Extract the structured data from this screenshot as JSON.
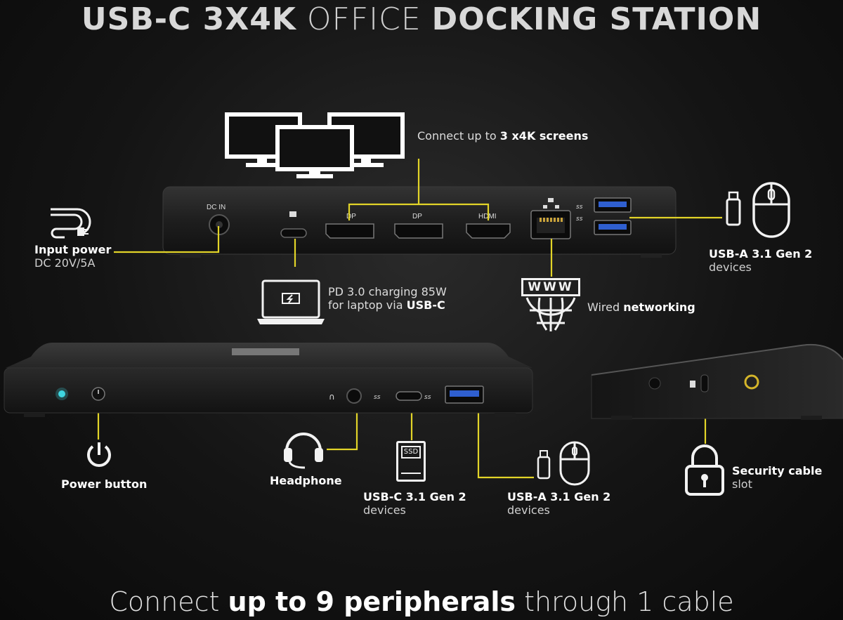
{
  "title": {
    "bold1": "USB-C 3X4K",
    "light": "OFFICE",
    "bold2": "DOCKING STATION"
  },
  "screens": {
    "text": "Connect up to",
    "strong": "3 x4K screens"
  },
  "ports": {
    "dc_in": "DC IN",
    "dp1": "DP",
    "dp2": "DP",
    "hdmi": "HDMI"
  },
  "input_power": {
    "label": "Input power",
    "sub": "DC 20V/5A"
  },
  "pd": {
    "line1": "PD 3.0 charging 85W",
    "line2_text": "for laptop via",
    "line2_strong": "USB-C"
  },
  "www_label": "WWW",
  "networking": {
    "text": "Wired",
    "strong": "networking"
  },
  "usba_rear": {
    "label": "USB-A 3.1 Gen 2",
    "sub": "devices"
  },
  "power_button": "Power button",
  "headphone": "Headphone",
  "usbc_front": {
    "label": "USB-C 3.1 Gen 2",
    "sub": "devices"
  },
  "ssd_label": "SSD",
  "usba_front": {
    "label": "USB-A 3.1 Gen 2",
    "sub": "devices"
  },
  "security": {
    "label": "Security cable",
    "sub": "slot"
  },
  "footer": {
    "text1": "Connect",
    "strong": "up to 9 peripherals",
    "text2": "through 1 cable"
  },
  "colors": {
    "accent_line": "#e2d428",
    "background": "#141414",
    "led": "#3fd6e0"
  },
  "icons": [
    "monitor-icon",
    "power-plug-icon",
    "laptop-icon",
    "globe-icon",
    "usb-stick-icon",
    "mouse-icon",
    "power-icon",
    "headset-icon",
    "ssd-icon",
    "padlock-icon",
    "ethernet-icon",
    "thunder-icon"
  ]
}
